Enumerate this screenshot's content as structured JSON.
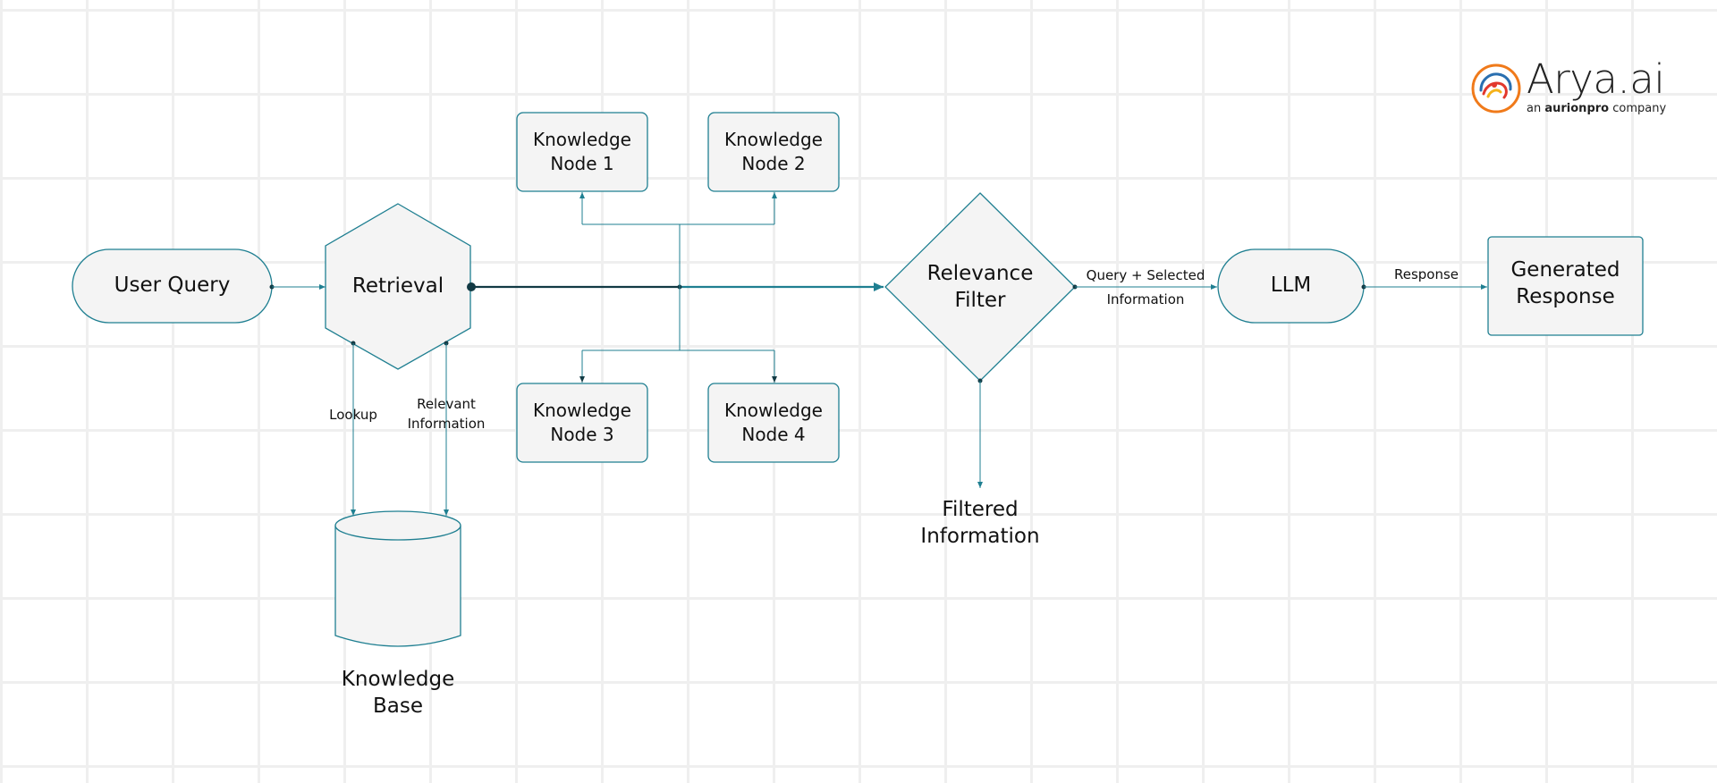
{
  "brand": {
    "name": "Arya.ai",
    "tagline_prefix": "an",
    "tagline_brand": "aurionpro",
    "tagline_suffix": "company"
  },
  "nodes": {
    "user_query": "User Query",
    "retrieval": "Retrieval",
    "knowledge_base": "Knowledge\nBase",
    "kn1": "Knowledge\nNode 1",
    "kn2": "Knowledge\nNode 2",
    "kn3": "Knowledge\nNode 3",
    "kn4": "Knowledge\nNode 4",
    "relevance_filter": "Relevance\nFilter",
    "filtered_info": "Filtered\nInformation",
    "llm": "LLM",
    "generated_response": "Generated\nResponse"
  },
  "edges": {
    "lookup": "Lookup",
    "relevant_info": "Relevant\nInformation",
    "query_selected": "Query + Selected\nInformation",
    "response": "Response"
  },
  "colors": {
    "stroke": "#1f7f91",
    "fill": "#f4f4f4",
    "main_line": "#123a44"
  }
}
